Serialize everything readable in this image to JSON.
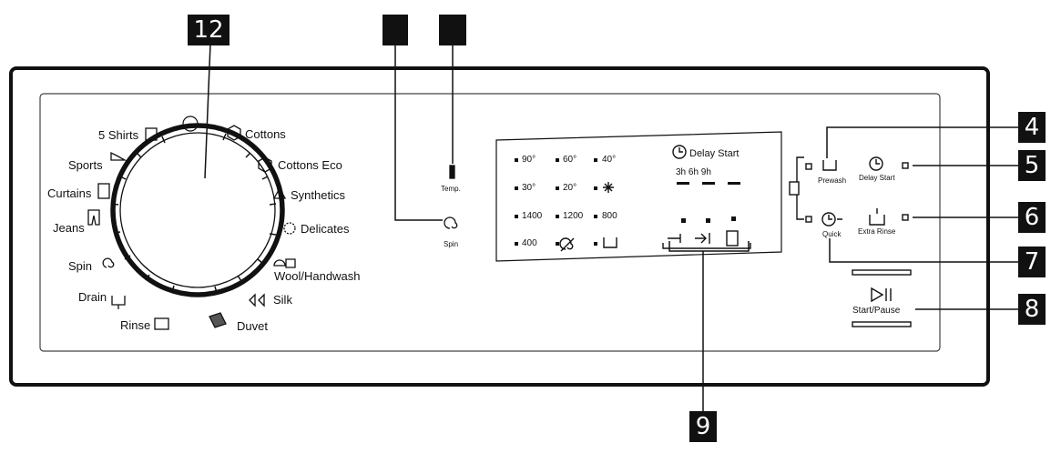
{
  "callouts": {
    "c12": "12",
    "c2": "",
    "c3": "",
    "c4": "4",
    "c5": "5",
    "c6": "6",
    "c7": "7",
    "c8": "8",
    "c9": "9"
  },
  "dial_programs": {
    "shirts": "5 Shirts",
    "cottons": "Cottons",
    "sports": "Sports",
    "cottons_eco": "Cottons Eco",
    "curtains": "Curtains",
    "synthetics": "Synthetics",
    "jeans": "Jeans",
    "delicates": "Delicates",
    "spin": "Spin",
    "wool": "Wool/Handwash",
    "drain": "Drain",
    "silk": "Silk",
    "rinse": "Rinse",
    "duvet": "Duvet"
  },
  "side_buttons": {
    "temp": "Temp.",
    "spin": "Spin"
  },
  "display": {
    "temps": [
      "90°",
      "60°",
      "40°",
      "30°",
      "20°"
    ],
    "speeds": [
      "1400",
      "1200",
      "800",
      "400"
    ],
    "delay_label": "Delay Start",
    "delay_hours": "3h 6h 9h"
  },
  "option_buttons": {
    "prewash": "Prewash",
    "delay_start": "Delay Start",
    "quick": "Quick",
    "extra_rinse": "Extra Rinse",
    "start_pause": "Start/Pause"
  },
  "colors": {
    "line": "#111111",
    "callout_bg": "#111111",
    "callout_fg": "#ffffff"
  }
}
